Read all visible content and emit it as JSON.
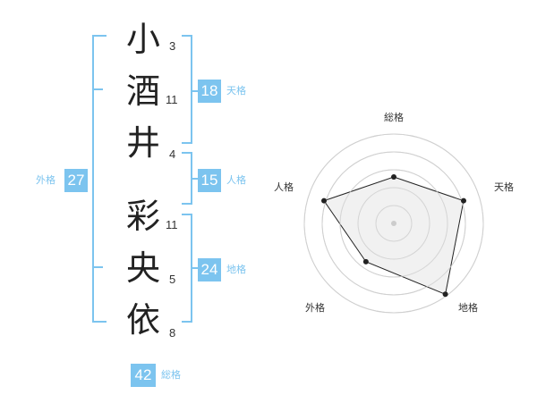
{
  "name": {
    "chars": [
      {
        "char": "小",
        "strokes": "3"
      },
      {
        "char": "酒",
        "strokes": "11"
      },
      {
        "char": "井",
        "strokes": "4"
      },
      {
        "char": "彩",
        "strokes": "11"
      },
      {
        "char": "央",
        "strokes": "5"
      },
      {
        "char": "依",
        "strokes": "8"
      }
    ]
  },
  "scores": {
    "tenkaku": {
      "value": "18",
      "label": "天格"
    },
    "jinkaku": {
      "value": "15",
      "label": "人格"
    },
    "chikaku": {
      "value": "24",
      "label": "地格"
    },
    "gaikaku": {
      "value": "27",
      "label": "外格"
    },
    "soukaku": {
      "value": "42",
      "label": "総格"
    }
  },
  "radar": {
    "labels": [
      "総格",
      "天格",
      "地格",
      "外格",
      "人格"
    ],
    "values": [
      0.52,
      0.82,
      0.98,
      0.53,
      0.82
    ],
    "colors": {
      "fill": "#efefef",
      "line": "#222222",
      "ring": "#d0d0d0"
    }
  }
}
